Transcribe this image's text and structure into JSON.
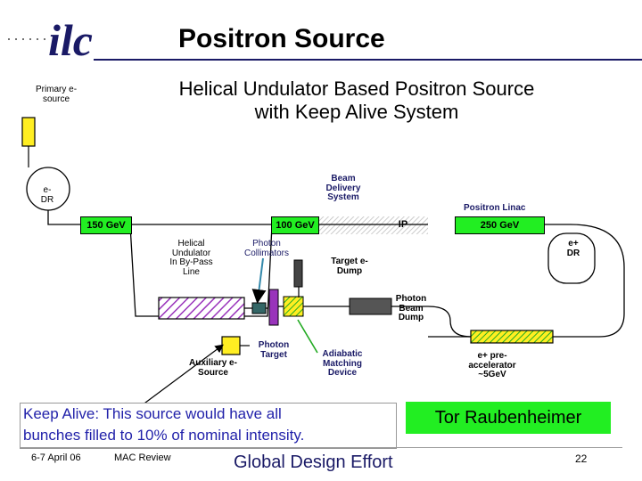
{
  "header": {
    "logo_text": "ilc",
    "title": "Positron Source"
  },
  "subtitle": {
    "line1": "Helical Undulator Based Positron Source",
    "line2": "with Keep Alive System"
  },
  "labels": {
    "primary_source": [
      "Primary e-",
      "source"
    ],
    "e_dr": [
      "e-",
      "DR"
    ],
    "beam_delivery": [
      "Beam",
      "Delivery",
      "System"
    ],
    "positron_linac": "Positron Linac",
    "gev150": "150 GeV",
    "gev100": "100 GeV",
    "ip": "IP",
    "gev250": "250 GeV",
    "helical_undulator": [
      "Helical",
      "Undulator",
      "In By-Pass",
      "Line"
    ],
    "photon_collimators": [
      "Photon",
      "Collimators"
    ],
    "target_dump": [
      "Target e-",
      "Dump"
    ],
    "eplus_dr": [
      "e+",
      "DR"
    ],
    "photon_beam_dump": [
      "Photon",
      "Beam",
      "Dump"
    ],
    "auxiliary_source": [
      "Auxiliary e-",
      "Source"
    ],
    "photon_target": [
      "Photon",
      "Target"
    ],
    "adiabatic": [
      "Adiabatic",
      "Matching",
      "Device"
    ],
    "preaccelerator": [
      "e+ pre-",
      "accelerator",
      "~5GeV"
    ]
  },
  "keep_alive": {
    "line1": "Keep Alive: This source would have all",
    "line2": "bunches filled to 10% of nominal intensity."
  },
  "author": "Tor Raubenheimer",
  "footer": {
    "date": "6-7 April 06",
    "event": "MAC Review",
    "org": "Global Design Effort",
    "page": "22"
  },
  "colors": {
    "yellow": "#ffee22",
    "green": "#22ee22",
    "purple_hatch": "#9933bb",
    "dump_gray": "#555555",
    "teal": "#336666"
  }
}
